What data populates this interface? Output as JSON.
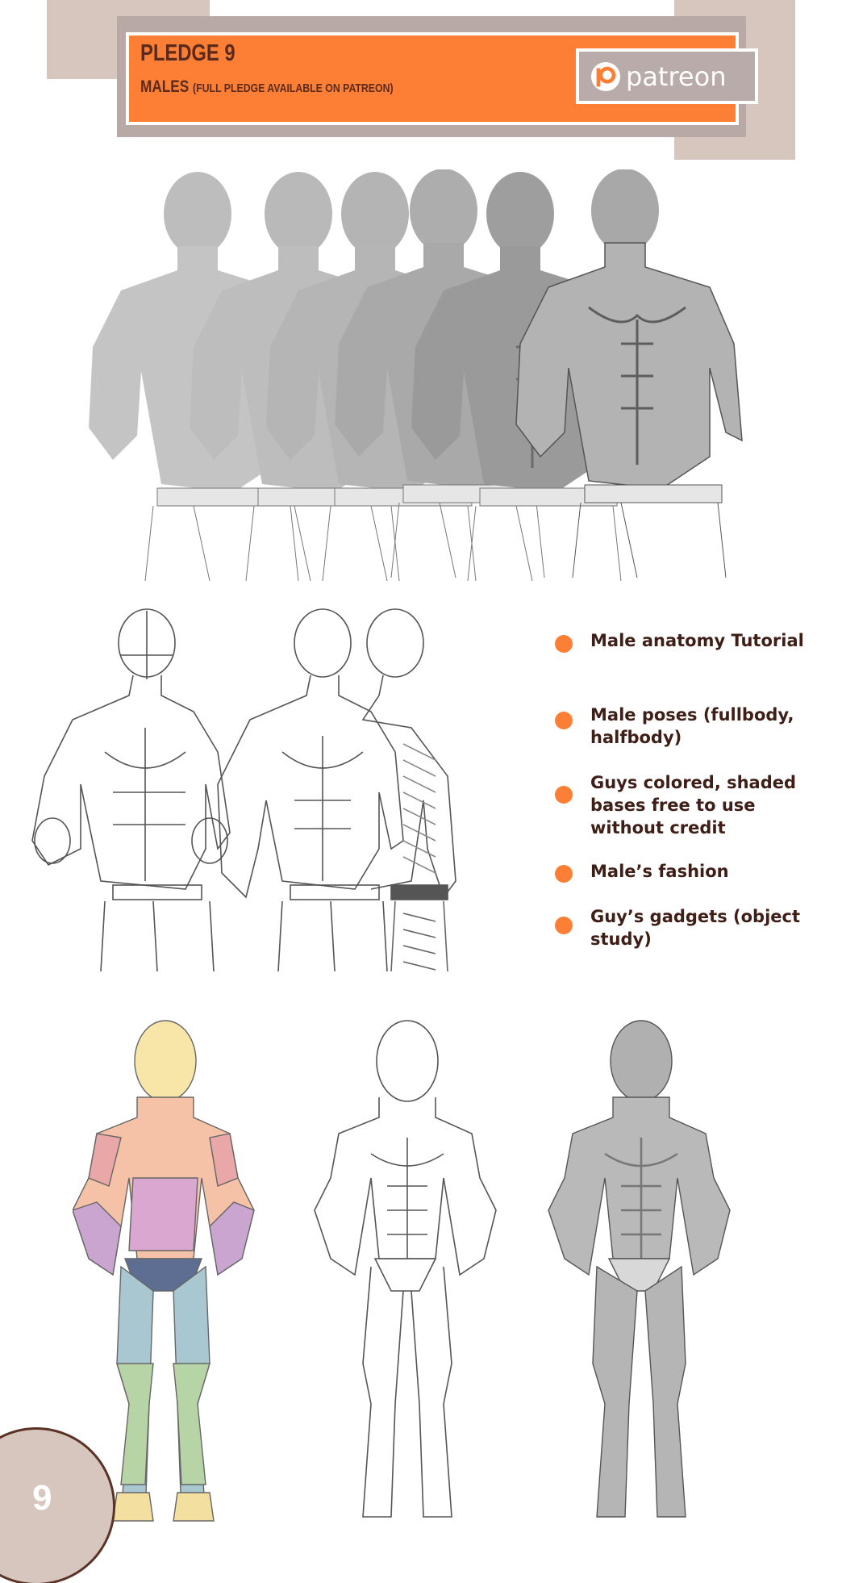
{
  "header": {
    "title": "PLEDGE 9",
    "subtitle": "MALES",
    "subtitle_note": "(FULL PLEDGE AVAILABLE ON PATREON)",
    "brand": "patreon"
  },
  "features": [
    "Male anatomy Tutorial",
    "Male poses (fullbody, halfbody)",
    "Guys colored, shaded bases free to use without credit",
    "Male’s fashion",
    "Guy’s gadgets (object study)"
  ],
  "page_number": "9",
  "colors": {
    "accent": "#fd7f35",
    "frame": "#b8a9a6",
    "deco": "#d7c6bd",
    "text_dark": "#3e1e16"
  }
}
